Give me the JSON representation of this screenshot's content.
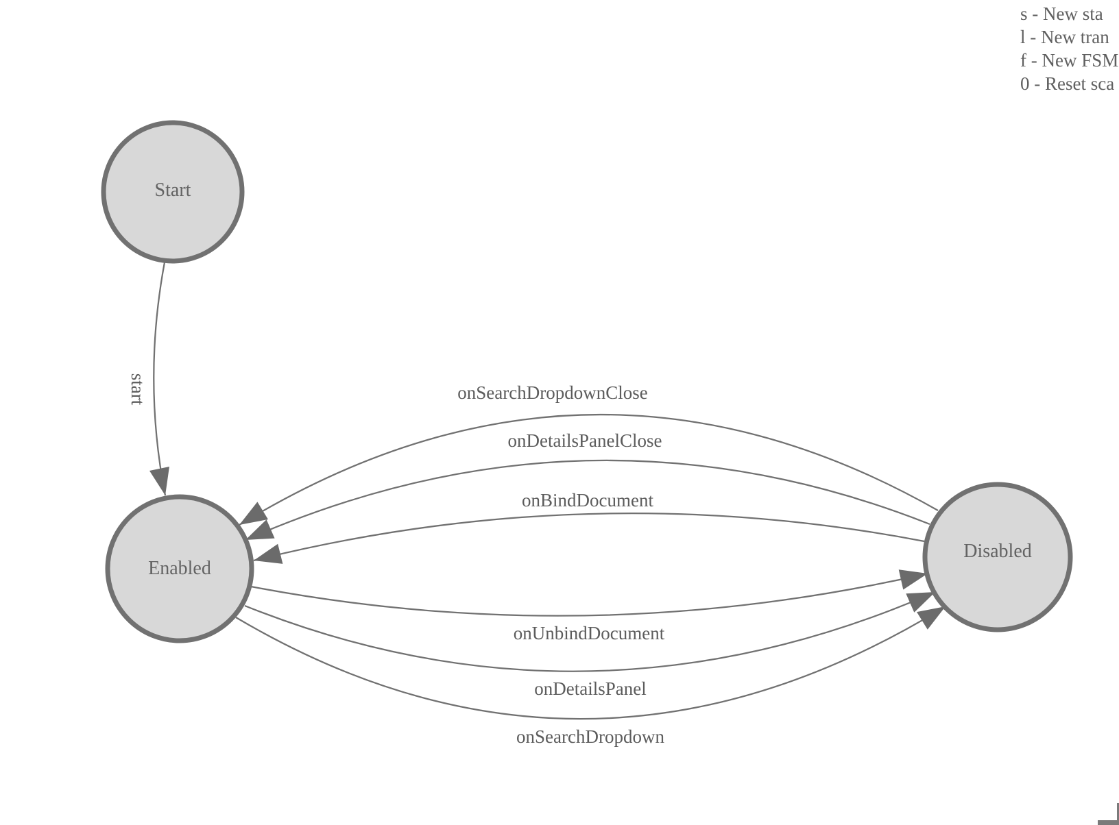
{
  "diagram": {
    "states": [
      {
        "id": "start",
        "label": "Start"
      },
      {
        "id": "enabled",
        "label": "Enabled"
      },
      {
        "id": "disabled",
        "label": "Disabled"
      }
    ],
    "transitions": [
      {
        "label": "start",
        "from": "Start",
        "to": "Enabled"
      },
      {
        "label": "onSearchDropdownClose",
        "from": "Disabled",
        "to": "Enabled"
      },
      {
        "label": "onDetailsPanelClose",
        "from": "Disabled",
        "to": "Enabled"
      },
      {
        "label": "onBindDocument",
        "from": "Disabled",
        "to": "Enabled"
      },
      {
        "label": "onUnbindDocument",
        "from": "Enabled",
        "to": "Disabled"
      },
      {
        "label": "onDetailsPanel",
        "from": "Enabled",
        "to": "Disabled"
      },
      {
        "label": "onSearchDropdown",
        "from": "Enabled",
        "to": "Disabled"
      }
    ]
  },
  "legend": {
    "lines": [
      "s - New sta",
      "l - New tran",
      "f - New FSM",
      "0 - Reset sca"
    ]
  },
  "colors": {
    "state_fill": "#d8d8d8",
    "state_border": "#717171",
    "edge_stroke": "#717171",
    "arrow_fill": "#6b6b6b",
    "label_text": "#5c5c5c",
    "background": "#ffffff"
  }
}
